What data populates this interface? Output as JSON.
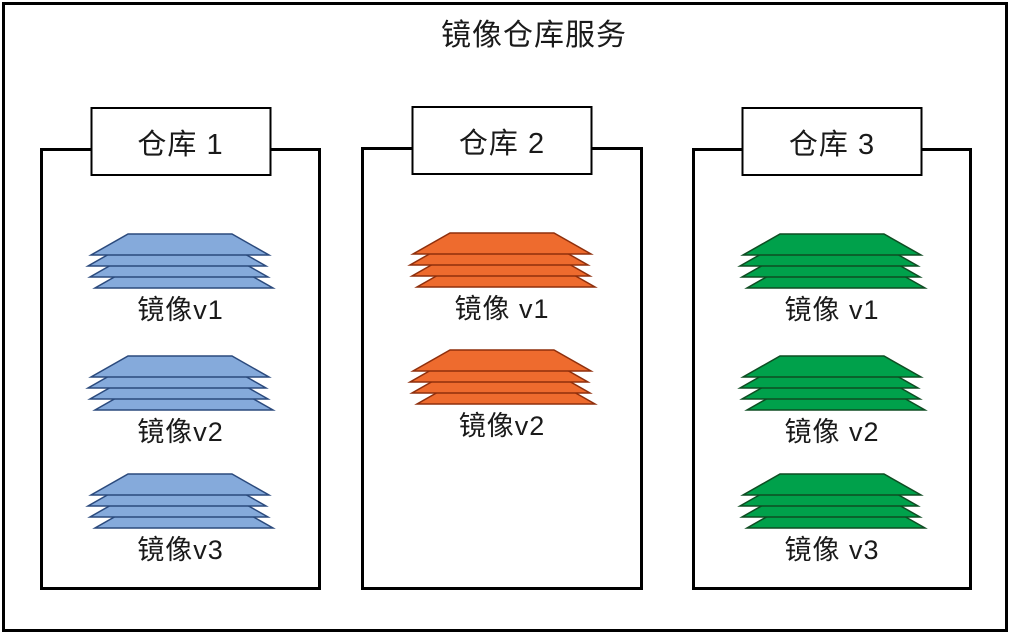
{
  "title": "镜像仓库服务",
  "colors": {
    "blue_fill": "#85AADB",
    "blue_border": "#2B4A7D",
    "orange_fill": "#EE6B2E",
    "orange_border": "#8F2F0C",
    "green_fill": "#00A14B",
    "green_border": "#0E4D22",
    "outline": "#000000",
    "text": "#1A1A1A"
  },
  "warehouses": [
    {
      "label": "仓库 1",
      "color": "blue",
      "images": [
        {
          "label": "镜像v1"
        },
        {
          "label": "镜像v2"
        },
        {
          "label": "镜像v3"
        }
      ]
    },
    {
      "label": "仓库 2",
      "color": "orange",
      "images": [
        {
          "label": "镜像 v1"
        },
        {
          "label": "镜像v2"
        }
      ]
    },
    {
      "label": "仓库 3",
      "color": "green",
      "images": [
        {
          "label": "镜像 v1"
        },
        {
          "label": "镜像 v2"
        },
        {
          "label": "镜像 v3"
        }
      ]
    }
  ]
}
